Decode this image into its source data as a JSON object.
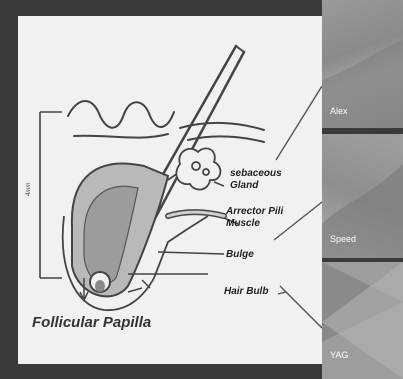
{
  "labels": {
    "sebaceous": "sebaceous",
    "gland": "Gland",
    "arrector_pili": "Arrector Pili",
    "muscle": "Muscle",
    "bulge": "Bulge",
    "hair_bulb": "Hair Bulb",
    "follicular_papilla": "Follicular Papilla",
    "scale": "4mm"
  },
  "tiles": [
    {
      "label": "Alex"
    },
    {
      "label": "Speed"
    },
    {
      "label": "YAG"
    }
  ]
}
